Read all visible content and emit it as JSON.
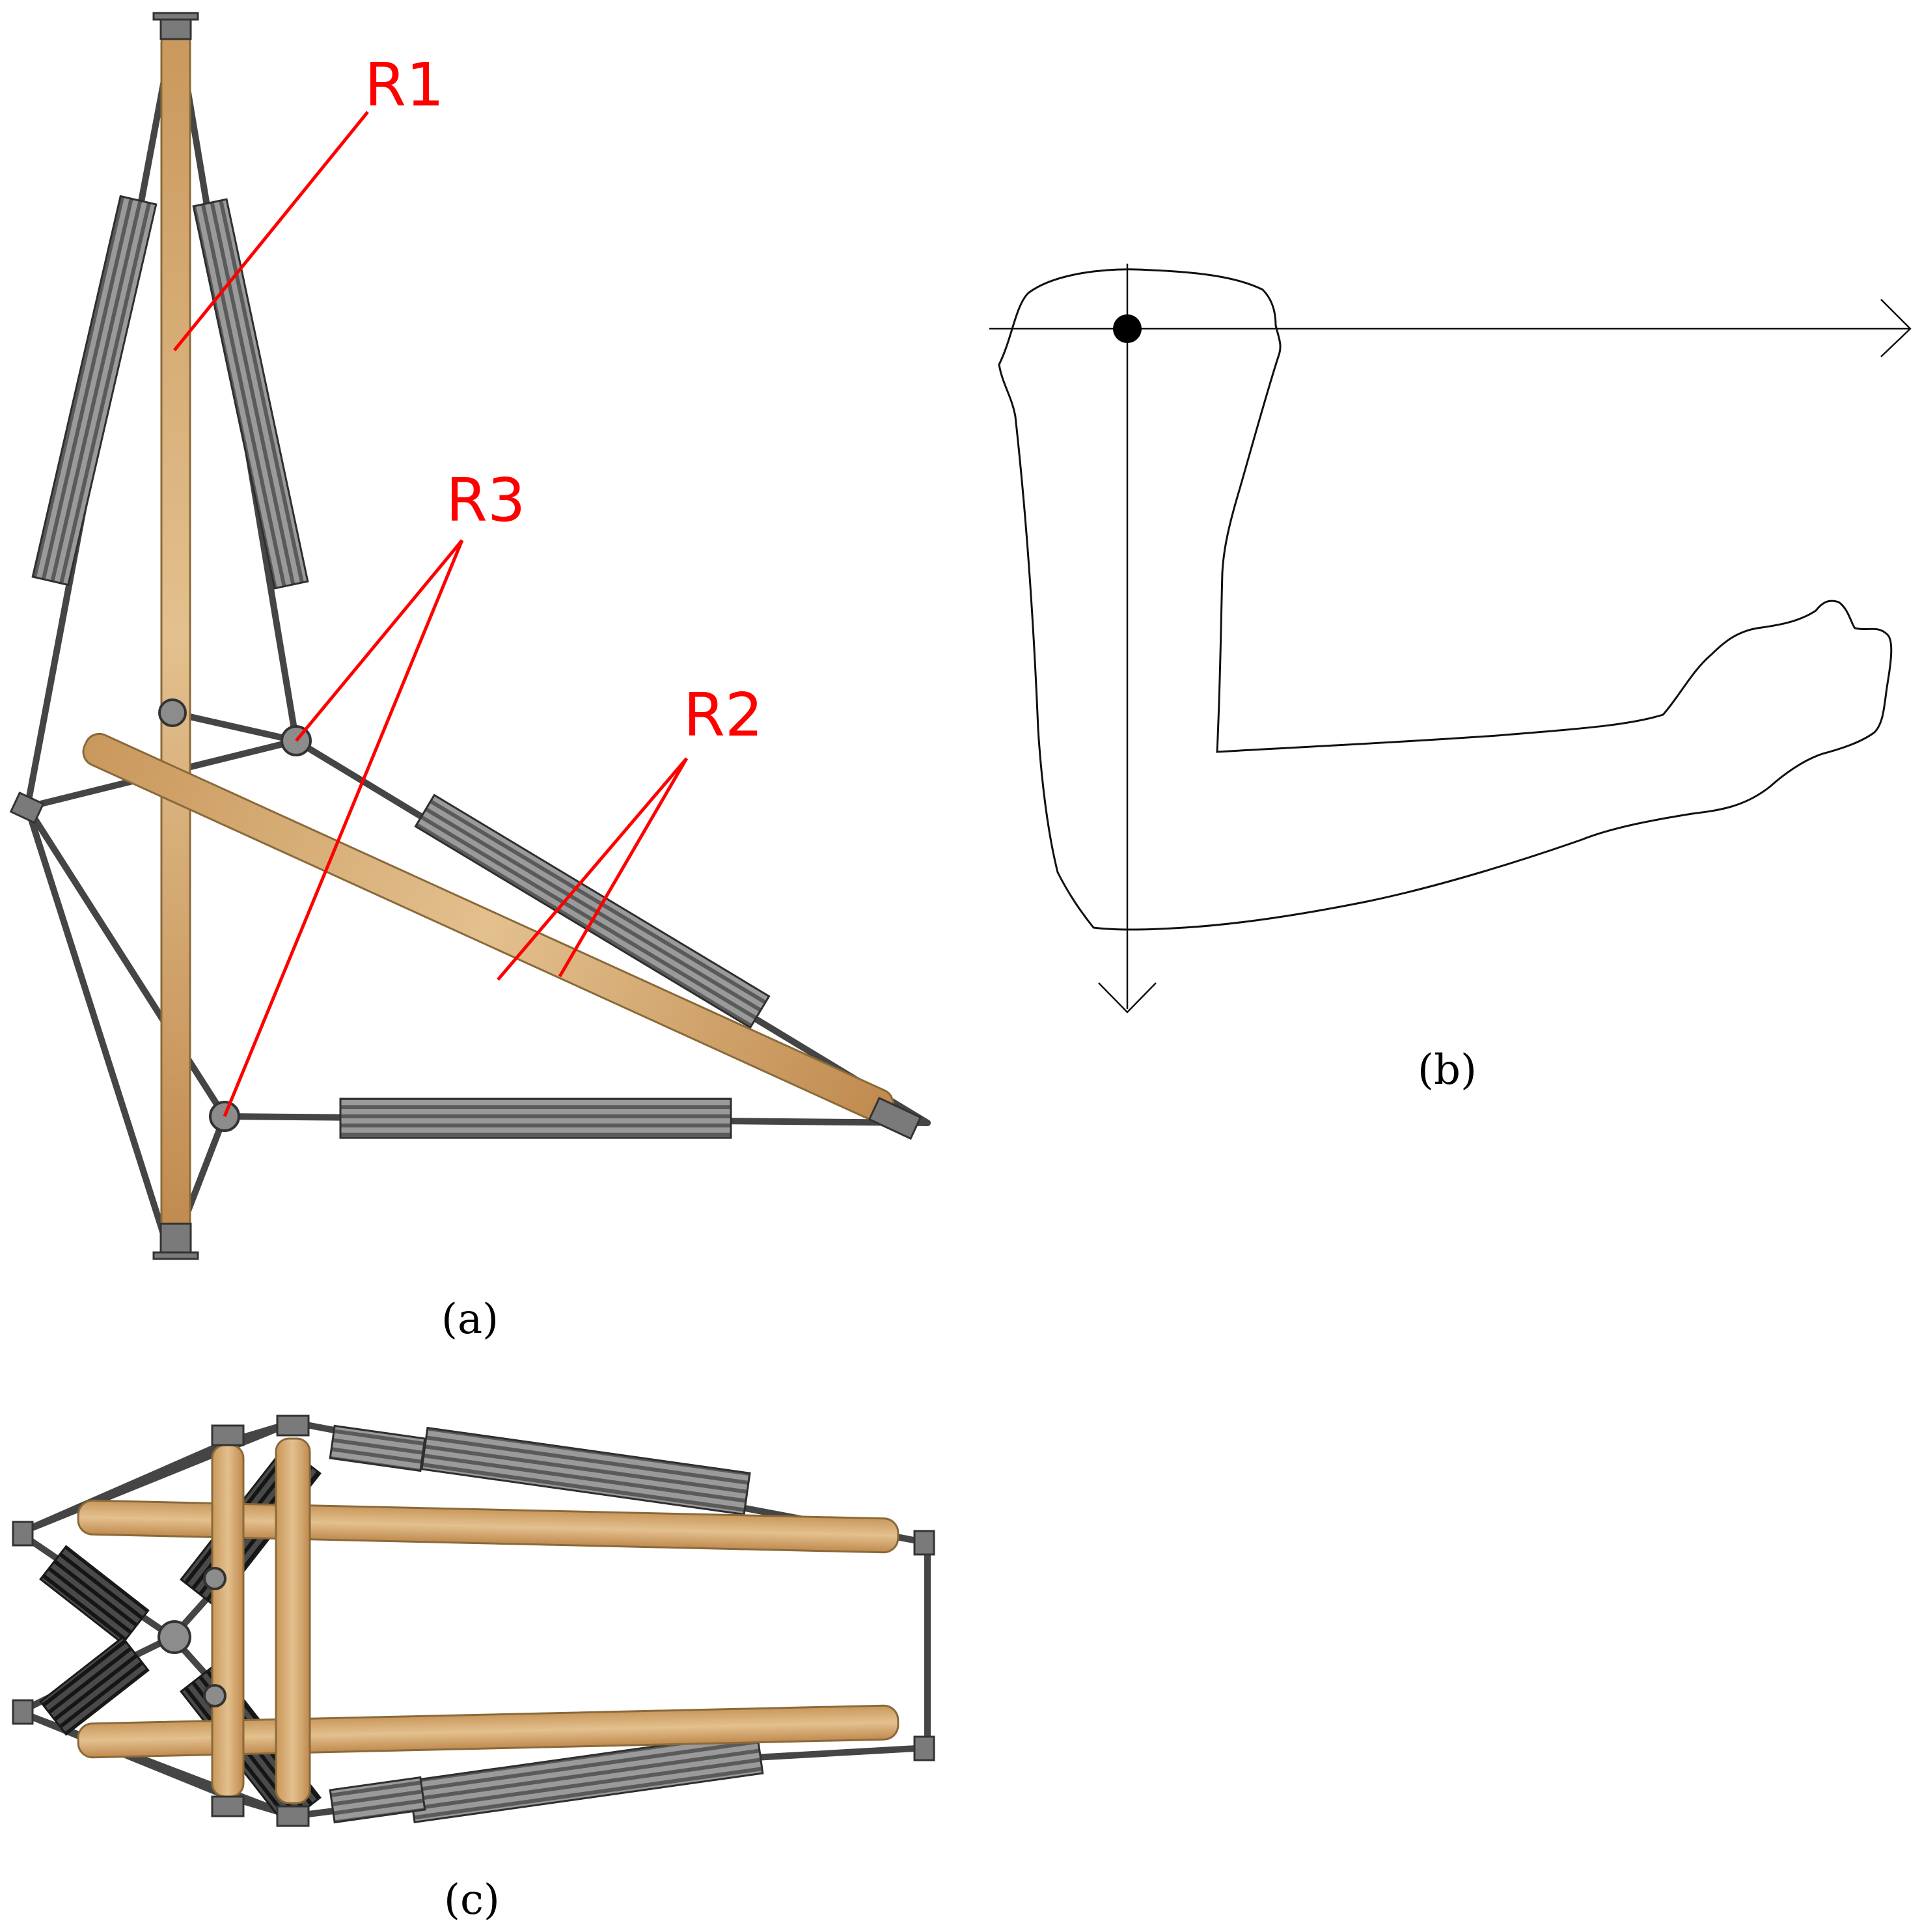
{
  "panel_a": {
    "caption": "(a)",
    "labels": {
      "r1": "R1",
      "r2": "R2",
      "r3": "R3"
    },
    "annotation_color": "#ff0000"
  },
  "panel_b": {
    "caption": "(b)"
  },
  "panel_c": {
    "caption": "(c)"
  },
  "colors": {
    "rod": "#d9b07a",
    "cable": "#454545",
    "spring": "#8e8e8e",
    "annotation": "#ff0000"
  }
}
